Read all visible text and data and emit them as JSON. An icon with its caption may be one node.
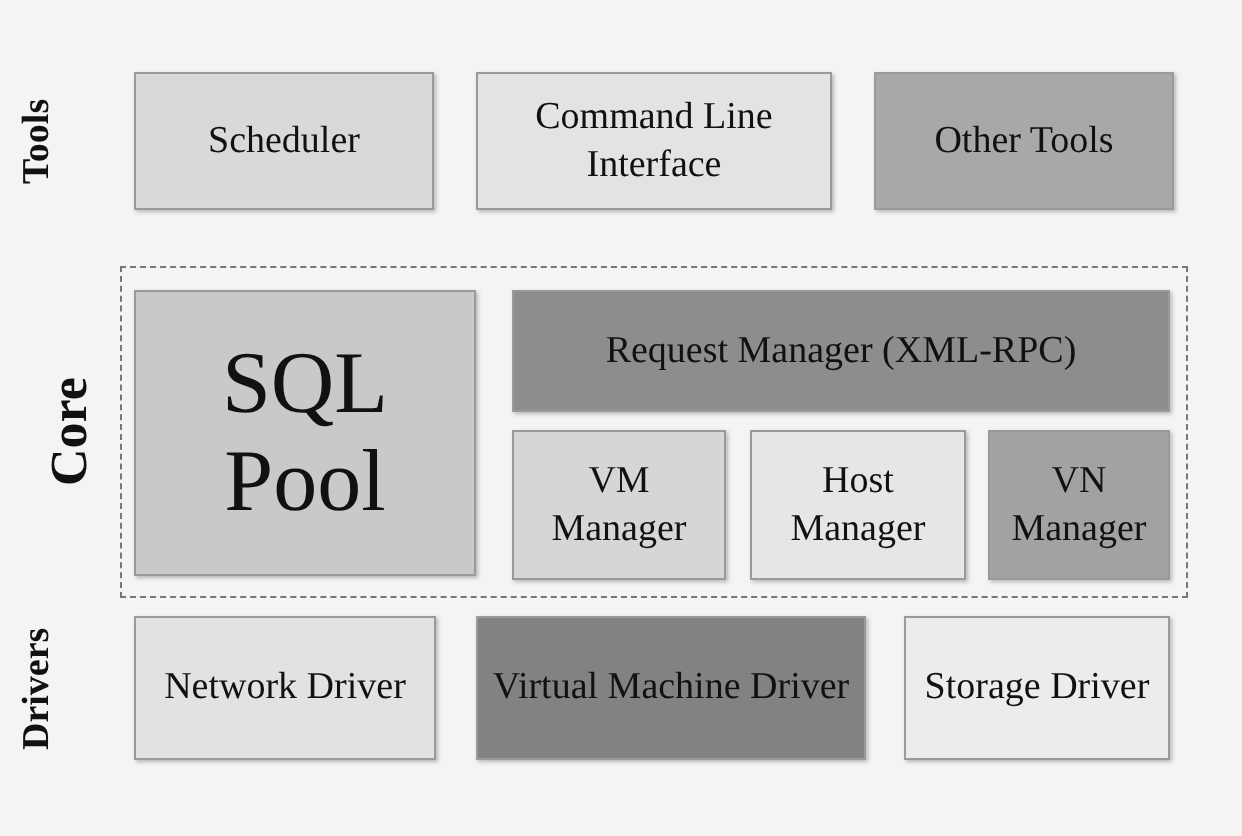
{
  "diagram": {
    "nodes": [
      {
        "text": [
          "Scheduler"
        ]
      },
      {
        "text": [
          "Command Line Interface"
        ]
      },
      {
        "text": [
          "Other Tools"
        ]
      },
      {
        "text": [
          "Core"
        ]
      },
      {
        "text": [
          "SQL Pool"
        ],
        "in": 3
      },
      {
        "text": [
          "Request Manager (XML-RPC)"
        ],
        "in": 3
      },
      {
        "text": [
          "VM Manager"
        ],
        "in": 3
      },
      {
        "text": [
          "Host Manager"
        ],
        "in": 3
      },
      {
        "text": [
          "VN Manager"
        ],
        "in": 3
      },
      {
        "text": [
          "Network Driver"
        ]
      },
      {
        "text": [
          "Virtual Machine Driver"
        ]
      },
      {
        "text": [
          "Storage Driver"
        ]
      }
    ],
    "edges": [],
    "labels": [
      "Tools",
      "Drivers"
    ]
  }
}
